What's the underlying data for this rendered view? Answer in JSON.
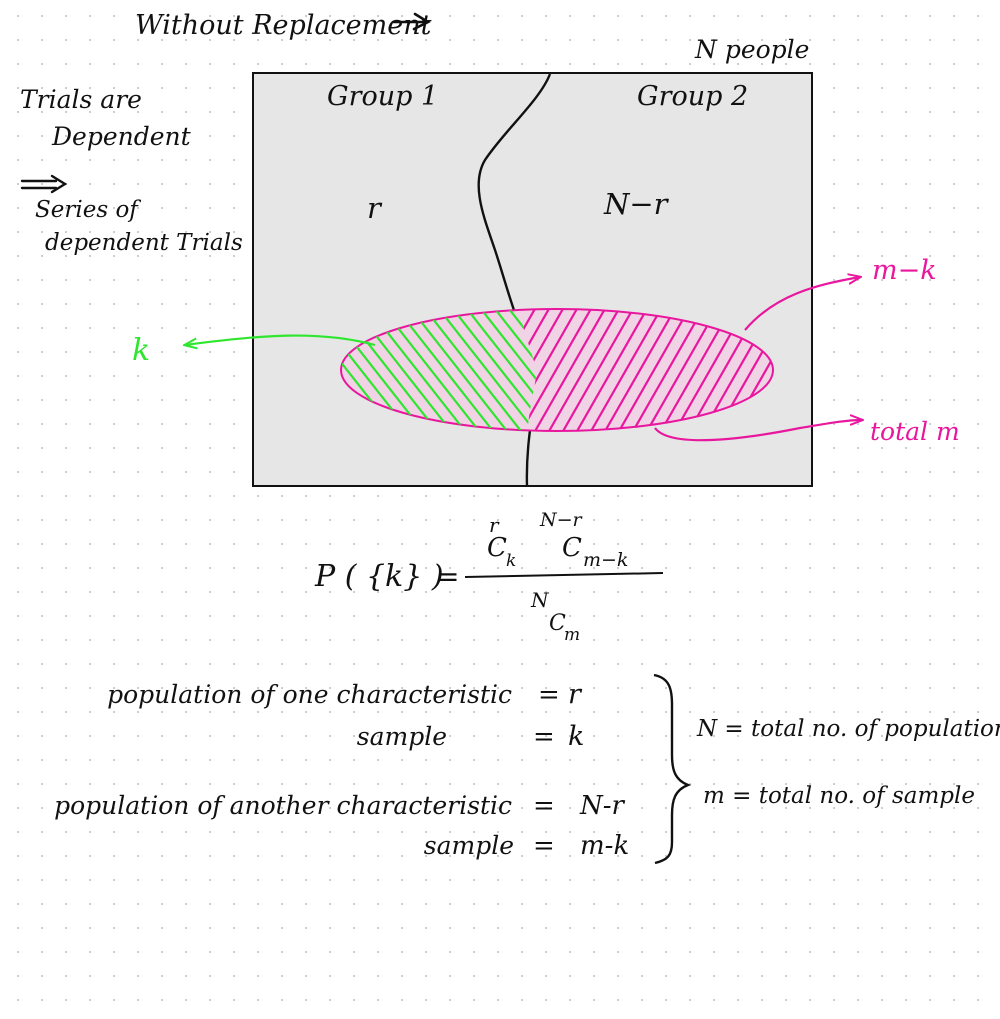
{
  "title": "Without Replacement",
  "notes": {
    "line1": "Trials are",
    "line2": "Dependent",
    "line3": "Series of",
    "line4": "dependent Trials"
  },
  "box": {
    "top_label": "N people",
    "group1_label": "Group 1",
    "group2_label": "Group 2",
    "group1_value": "r",
    "group2_value": "N−r"
  },
  "callouts": {
    "k": "k",
    "m_minus_k": "m−k",
    "total_m": "total m"
  },
  "formula": {
    "lhs": "P ( {k} )",
    "equals": "=",
    "num_c1_sup": "r",
    "num_c1": "C",
    "num_c1_sub": "k",
    "num_c2_sup": "N−r",
    "num_c2": "C",
    "num_c2_sub": "m−k",
    "den_sup": "N",
    "den": "C",
    "den_sub": "m"
  },
  "definitions": [
    {
      "label": "population of one characteristic",
      "eq": "=",
      "value": "r"
    },
    {
      "label": "sample",
      "eq": "=",
      "value": "k"
    },
    {
      "label": "population of another characteristic",
      "eq": "=",
      "value": "N-r"
    },
    {
      "label": "sample",
      "eq": "=",
      "value": "m-k"
    }
  ],
  "side_notes": {
    "N_def": "N = total no. of population",
    "m_def": "m = total no. of sample"
  },
  "colors": {
    "ink": "#111111",
    "box_fill": "#e6e6e6",
    "green": "#2ee62e",
    "pink": "#e8179e",
    "ellipse_fill": "#f1d3e6"
  }
}
